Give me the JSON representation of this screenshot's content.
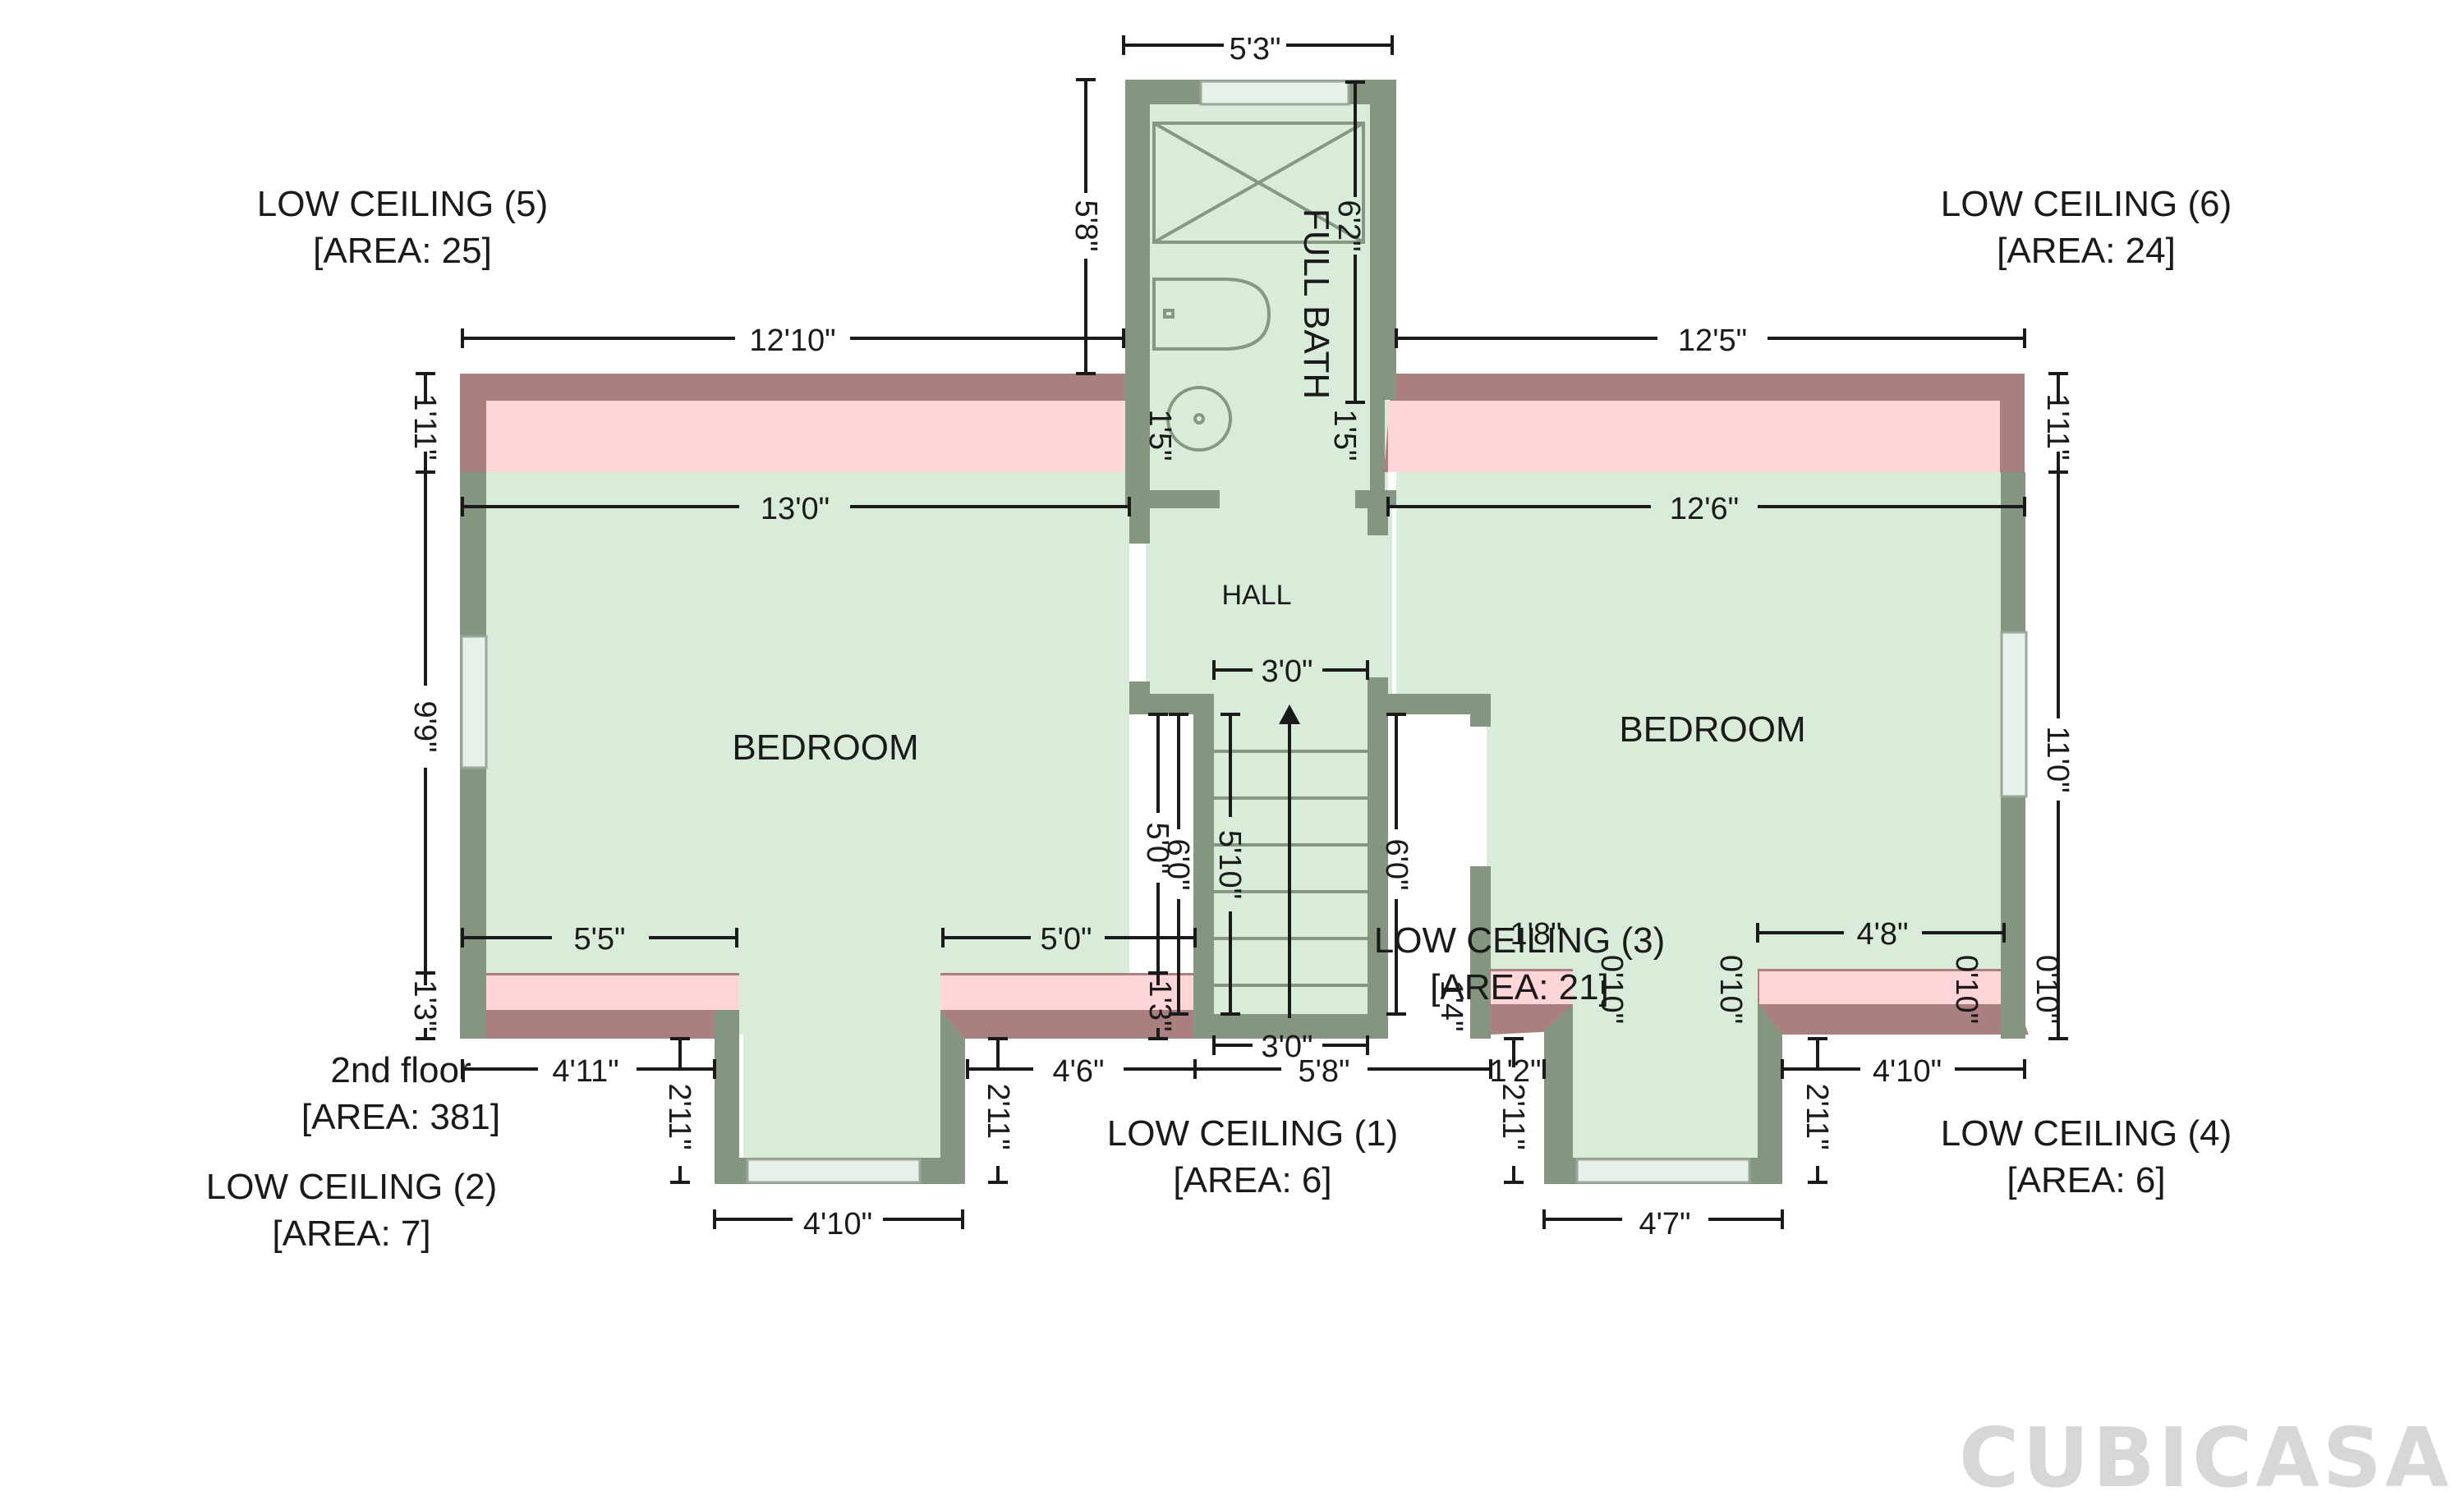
{
  "rooms": {
    "full_bath": "FULL BATH",
    "hall": "HALL",
    "bedroom_left": "BEDROOM",
    "bedroom_right": "BEDROOM"
  },
  "areas": {
    "floor_name": "2nd floor",
    "floor_area": "[AREA: 381]",
    "low1_name": "LOW CEILING (1)",
    "low1_area": "[AREA: 6]",
    "low2_name": "LOW CEILING (2)",
    "low2_area": "[AREA: 7]",
    "low3_name": "LOW CEILING (3)",
    "low3_area": "[AREA: 21]",
    "low4_name": "LOW CEILING (4)",
    "low4_area": "[AREA: 6]",
    "low5_name": "LOW CEILING (5)",
    "low5_area": "[AREA: 25]",
    "low6_name": "LOW CEILING (6)",
    "low6_area": "[AREA: 24]"
  },
  "dims": {
    "bath_width": "5'3\"",
    "bath_depth": "5'8\"",
    "bath_inner": "6'2\"",
    "bath_sink_left": "1'5\"",
    "bath_sink_right": "1'5\"",
    "top_left": "12'10\"",
    "top_right": "12'5\"",
    "left_bed_width": "13'0\"",
    "right_bed_width": "12'6\"",
    "left_side_top": "1'11\"",
    "right_side_top": "1'11\"",
    "left_side_height": "9'9\"",
    "right_side_height": "11'0\"",
    "left_side_bottom": "1'3\"",
    "stair_width_top": "3'0\"",
    "stair_width_bottom": "3'0\"",
    "stair_length": "5'10\"",
    "stair_right": "6'0\"",
    "stair_left_a": "5'0\"",
    "stair_left_b": "6'0\"",
    "stair_left_bottom": "1'3\"",
    "left_bed_alcove_l": "5'5\"",
    "left_bed_alcove_r": "5'0\"",
    "bottom_4_11": "4'11\"",
    "bottom_4_6": "4'6\"",
    "bottom_5_8": "5'8\"",
    "bottom_1_2": "1'2\"",
    "bottom_4_10_r": "4'10\"",
    "alcove_left_depth_a": "2'11\"",
    "alcove_left_depth_b": "2'11\"",
    "alcove_right_depth_a": "2'11\"",
    "alcove_right_depth_b": "2'11\"",
    "alcove_left_width": "4'10\"",
    "alcove_right_width": "4'7\"",
    "right_4_8": "4'8\"",
    "right_1_8": "1'8\"",
    "right_0_10_a": "0'10\"",
    "right_0_10_b": "0'10\"",
    "right_0_10_c": "0'10\"",
    "right_0_10_d": "0'10\"",
    "right_1_4": "1'4\""
  },
  "logo": "CUBICASA",
  "colors": {
    "wall": "#84967f",
    "floor": "#d9ecd9",
    "low_ceiling": "#ffd5d8",
    "low_ceiling_wall": "#aa7f7f"
  }
}
